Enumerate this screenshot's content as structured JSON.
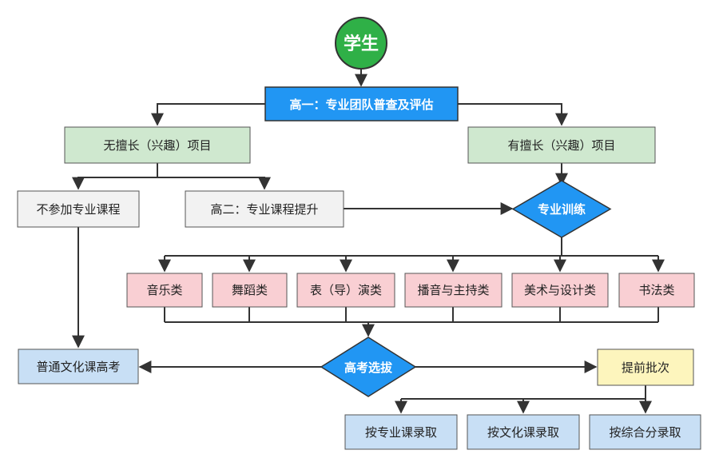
{
  "colors": {
    "green_circle": "#2fb047",
    "blue_node": "#2196f3",
    "green_node": "#cfe8cf",
    "gray_node": "#f2f2f2",
    "pink_node": "#f9cfd3",
    "lightblue_node": "#c8dff5",
    "yellow_node": "#fdf5bd",
    "stroke": "#333333"
  },
  "nodes": {
    "student": "学生",
    "grade1": "高一：专业团队普查及评估",
    "no_talent": "无擅长（兴趣）项目",
    "has_talent": "有擅长（兴趣）项目",
    "no_course": "不参加专业课程",
    "grade2": "高二：专业课程提升",
    "training": "专业训练",
    "music": "音乐类",
    "dance": "舞蹈类",
    "acting": "表（导）演类",
    "broadcast": "播音与主持类",
    "art": "美术与设计类",
    "calligraphy": "书法类",
    "normal_exam": "普通文化课高考",
    "selection": "高考选拔",
    "early_batch": "提前批次",
    "by_major": "按专业课录取",
    "by_culture": "按文化课录取",
    "by_composite": "按综合分录取"
  }
}
